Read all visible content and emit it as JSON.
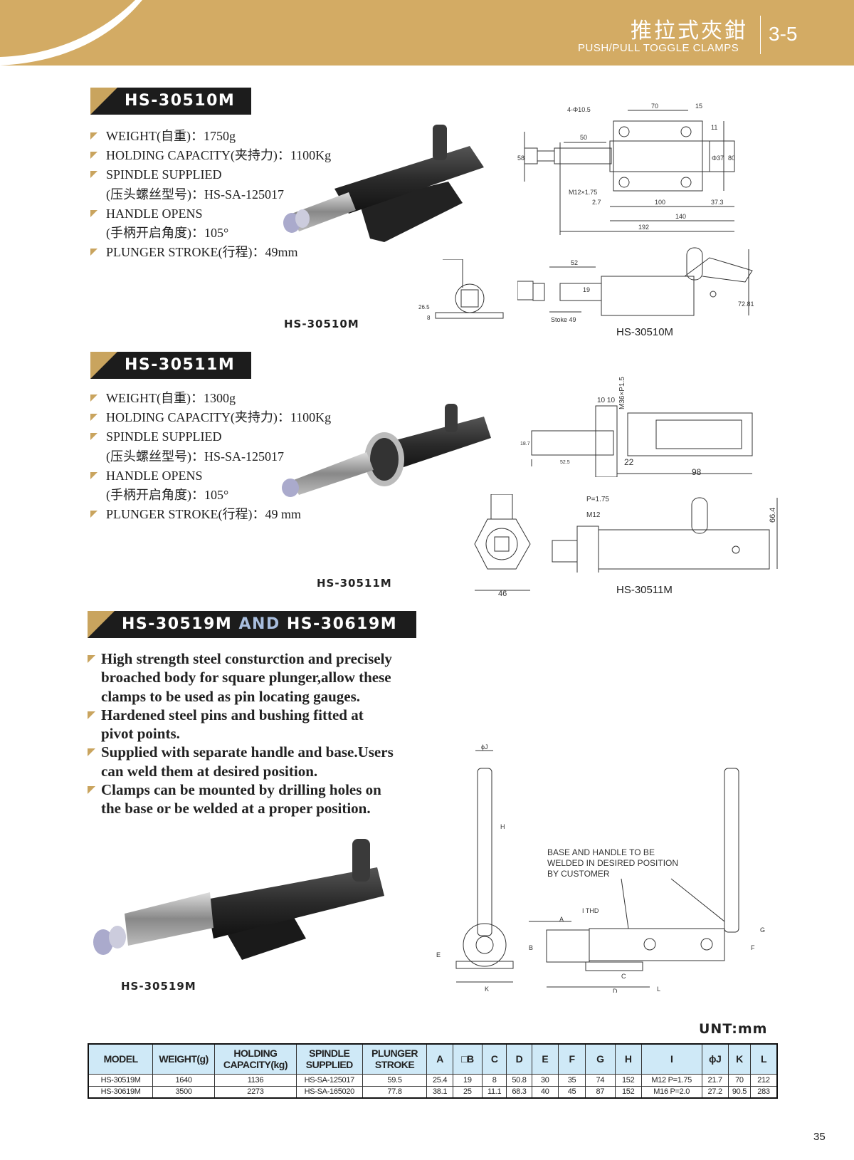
{
  "header": {
    "title_cn": "推拉式夾鉗",
    "title_en": "PUSH/PULL TOGGLE CLAMPS",
    "section_no": "3-5"
  },
  "product1": {
    "model": "HS-30510M",
    "specs": [
      "WEIGHT(自重)：1750g",
      "HOLDING CAPACITY(夹持力)：1100Kg",
      "SPINDLE SUPPLIED",
      "(压头螺丝型号)：HS-SA-125017",
      "HANDLE OPENS",
      "(手柄开启角度)：105°",
      "PLUNGER STROKE(行程)：49mm"
    ],
    "photo_label": "HS-30510M",
    "drawing_label": "HS-30510M",
    "dims": {
      "holes": "4-Φ10.5",
      "d70": "70",
      "d15": "15",
      "d11": "11",
      "d50": "50",
      "d58": "58",
      "d37": "Φ37",
      "d80": "80",
      "thread": "M12×1.75",
      "d2_7": "2.7",
      "d100": "100",
      "d37_3": "37.3",
      "d140": "140",
      "d192": "192",
      "d52": "52",
      "d19": "19",
      "stroke": "Stoke 49",
      "d72": "72.81",
      "d26": "26.5",
      "d8": "8"
    }
  },
  "product2": {
    "model": "HS-30511M",
    "specs": [
      "WEIGHT(自重)：1300g",
      "HOLDING CAPACITY(夹持力)：1100Kg",
      "SPINDLE SUPPLIED",
      "(压头螺丝型号)：HS-SA-125017",
      "HANDLE OPENS",
      "(手柄开启角度)：105°",
      "PLUNGER STROKE(行程)：49 mm"
    ],
    "photo_label": "HS-30511M",
    "drawing_label": "HS-30511M",
    "dims": {
      "d1010": "10 10",
      "m36": "M36×P1.5",
      "d18": "18.7",
      "d52_5": "52.5",
      "d22": "22",
      "d98": "98",
      "pitch": "P=1.75",
      "m12": "M12",
      "d66": "66.4",
      "d46": "46"
    }
  },
  "product3": {
    "model_a": "HS-30519M",
    "and": "AND",
    "model_b": "HS-30619M",
    "features": [
      [
        "High strength steel consturction and precisely",
        "broached body for square plunger,allow these",
        "clamps to be used as pin locating gauges."
      ],
      [
        "Hardened steel pins and bushing fitted at",
        "pivot points."
      ],
      [
        "Supplied with separate handle and base.Users",
        "can weld them at desired position."
      ],
      [
        "Clamps can be mounted by drilling holes on",
        " the base or be welded at a proper position."
      ]
    ],
    "photo_label": "HS-30519M",
    "note": [
      "BASE AND HANDLE TO BE",
      "WELDED IN DESIRED POSITION",
      "BY CUSTOMER"
    ],
    "dims": {
      "J": "ϕJ",
      "H": "H",
      "A": "A",
      "thd": "I THD",
      "B": "B",
      "E": "E",
      "K": "K",
      "C": "C",
      "D": "D",
      "L": "L",
      "F": "F",
      "G": "G"
    }
  },
  "table": {
    "unit": "UNT:mm",
    "headers": [
      [
        "MODEL"
      ],
      [
        "WEIGHT(g)"
      ],
      [
        "HOLDING",
        "CAPACITY(kg)"
      ],
      [
        "SPINDLE",
        "SUPPLIED"
      ],
      [
        "PLUNGER",
        "STROKE"
      ],
      [
        "A"
      ],
      [
        "□B"
      ],
      [
        "C"
      ],
      [
        "D"
      ],
      [
        "E"
      ],
      [
        "F"
      ],
      [
        "G"
      ],
      [
        "H"
      ],
      [
        "I"
      ],
      [
        "ϕJ"
      ],
      [
        "K"
      ],
      [
        "L"
      ]
    ],
    "rows": [
      [
        "HS-30519M",
        "1640",
        "1136",
        "HS-SA-125017",
        "59.5",
        "25.4",
        "19",
        "8",
        "50.8",
        "30",
        "35",
        "74",
        "152",
        "M12 P=1.75",
        "21.7",
        "70",
        "212"
      ],
      [
        "HS-30619M",
        "3500",
        "2273",
        "HS-SA-165020",
        "77.8",
        "38.1",
        "25",
        "11.1",
        "68.3",
        "40",
        "45",
        "87",
        "152",
        "M16 P=2.0",
        "27.2",
        "90.5",
        "283"
      ]
    ]
  },
  "page_number": "35",
  "colors": {
    "gold": "#d3ab64",
    "dark": "#1c1c1c",
    "table_header": "#cfe9f7",
    "and": "#a9bede"
  }
}
